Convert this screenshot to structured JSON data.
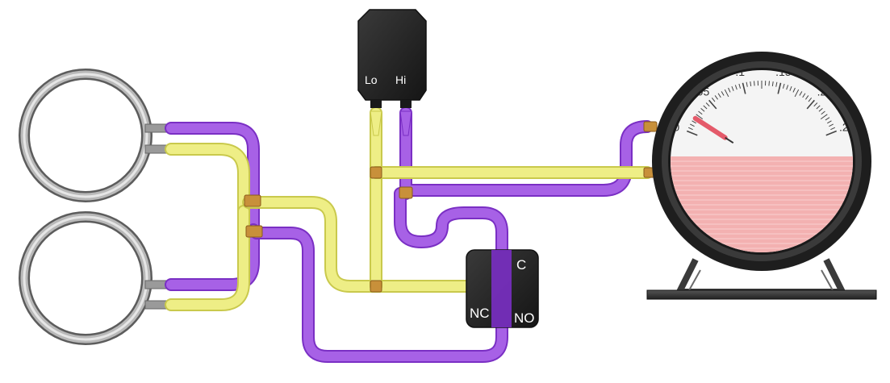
{
  "colors": {
    "purple_tube": "#a761e6",
    "purple_dark": "#7a2fc4",
    "yellow_tube": "#eeee86",
    "yellow_dark": "#c9c94c",
    "brass": "#c8903a",
    "box": "#2a2a2a",
    "ring": "#8a8a8a",
    "dial_fill": "#f3b1b1",
    "needle": "#e45a6a"
  },
  "transmitter": {
    "port_low": "Lo",
    "port_high": "Hi"
  },
  "valve": {
    "port_common": "C",
    "port_nc": "NC",
    "port_no": "NO"
  },
  "gauge": {
    "scale_labels": [
      "0",
      ".05",
      ".1",
      ".15",
      ".2",
      ".25"
    ],
    "needle_value": 0.02,
    "scale_max": 0.25,
    "fill_fraction": 0.5
  },
  "icons": {
    "pressure_rings": "flow-ring-icon",
    "tee_fittings": "tee-fitting-icon"
  }
}
